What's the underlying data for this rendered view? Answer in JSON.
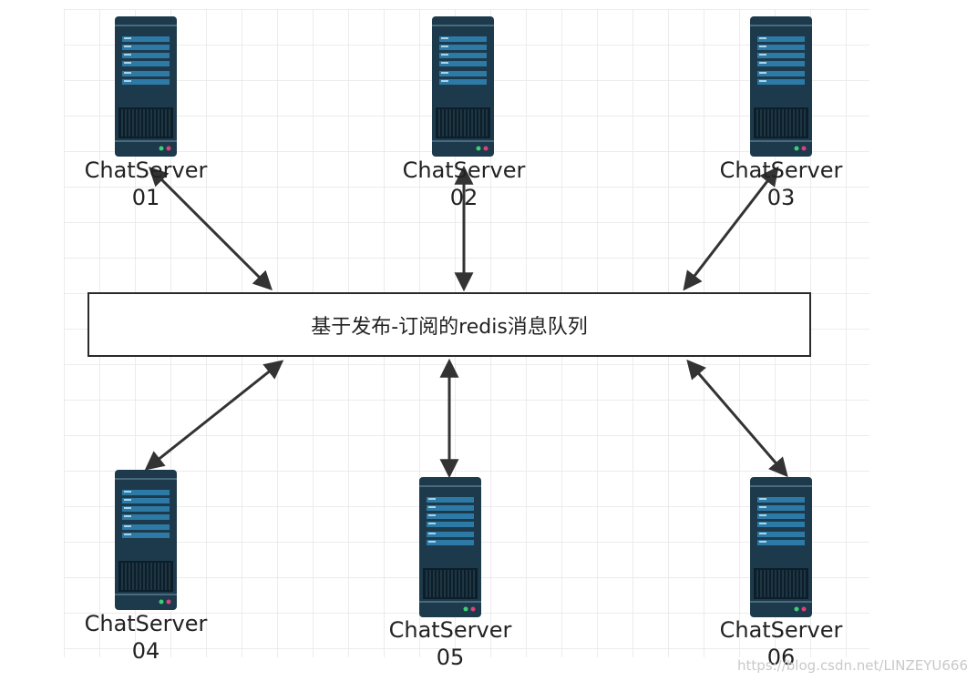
{
  "queue": {
    "label": "基于发布-订阅的redis消息队列"
  },
  "servers": [
    {
      "name": "ChatServer",
      "number": "01"
    },
    {
      "name": "ChatServer",
      "number": "02"
    },
    {
      "name": "ChatServer",
      "number": "03"
    },
    {
      "name": "ChatServer",
      "number": "04"
    },
    {
      "name": "ChatServer",
      "number": "05"
    },
    {
      "name": "ChatServer",
      "number": "06"
    }
  ],
  "watermark": "https://blog.csdn.net/LINZEYU666",
  "colors": {
    "server_body": "#1c3a4c",
    "server_slot": "#2e7aa6",
    "arrow": "#333333",
    "grid": "#e6e6e6"
  }
}
